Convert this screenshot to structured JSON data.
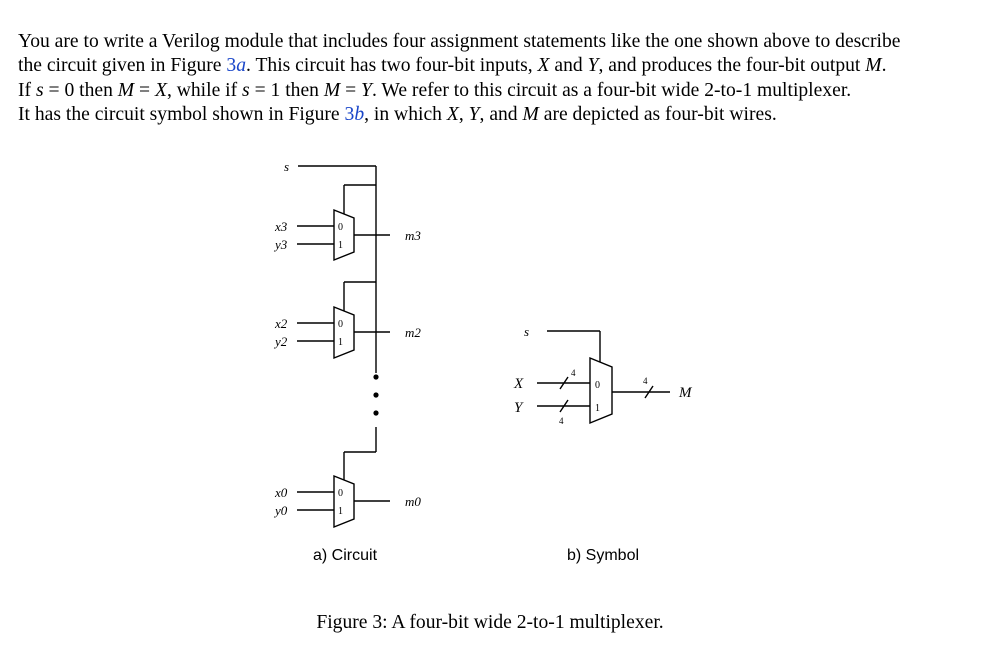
{
  "paragraph": {
    "l1": {
      "a": "You are to write a Verilog module that includes four assignment statements like the one shown above to describe"
    },
    "l2": {
      "a": "the circuit given in Figure ",
      "ref": "3",
      "refi": "a",
      "b": ". This circuit has two four-bit inputs, ",
      "X": "X",
      "c": " and ",
      "Y": "Y",
      "d": ", and produces the four-bit output ",
      "M": "M",
      "e": "."
    },
    "l3": {
      "a": "If ",
      "s1": "s",
      "b": " = 0 then ",
      "M1": "M",
      "c": " = ",
      "X": "X",
      "d": ", while if ",
      "s2": "s",
      "e": " = 1 then ",
      "M2": "M",
      "f": " = ",
      "Y": "Y",
      "g": ". We refer to this circuit as a four-bit wide 2-to-1 multiplexer."
    },
    "l4": {
      "a": "It has the circuit symbol shown in Figure ",
      "ref": "3",
      "refi": "b",
      "b": ", in which ",
      "X": "X",
      "c": ", ",
      "Y": "Y",
      "d": ", and ",
      "M": "M",
      "e": " are depicted as four-bit wires."
    }
  },
  "circuit": {
    "select_label": "s",
    "stages": [
      {
        "x": "x3",
        "y": "y3",
        "m": "m3"
      },
      {
        "x": "x2",
        "y": "y2",
        "m": "m2"
      },
      {
        "x": "x0",
        "y": "y0",
        "m": "m0"
      }
    ],
    "input0": "0",
    "input1": "1",
    "label": "a) Circuit"
  },
  "symbol": {
    "select_label": "s",
    "x": "X",
    "y": "Y",
    "m": "M",
    "bus_width": "4",
    "input0": "0",
    "input1": "1",
    "label": "b) Symbol"
  },
  "caption": "Figure 3: A four-bit wide 2-to-1 multiplexer."
}
